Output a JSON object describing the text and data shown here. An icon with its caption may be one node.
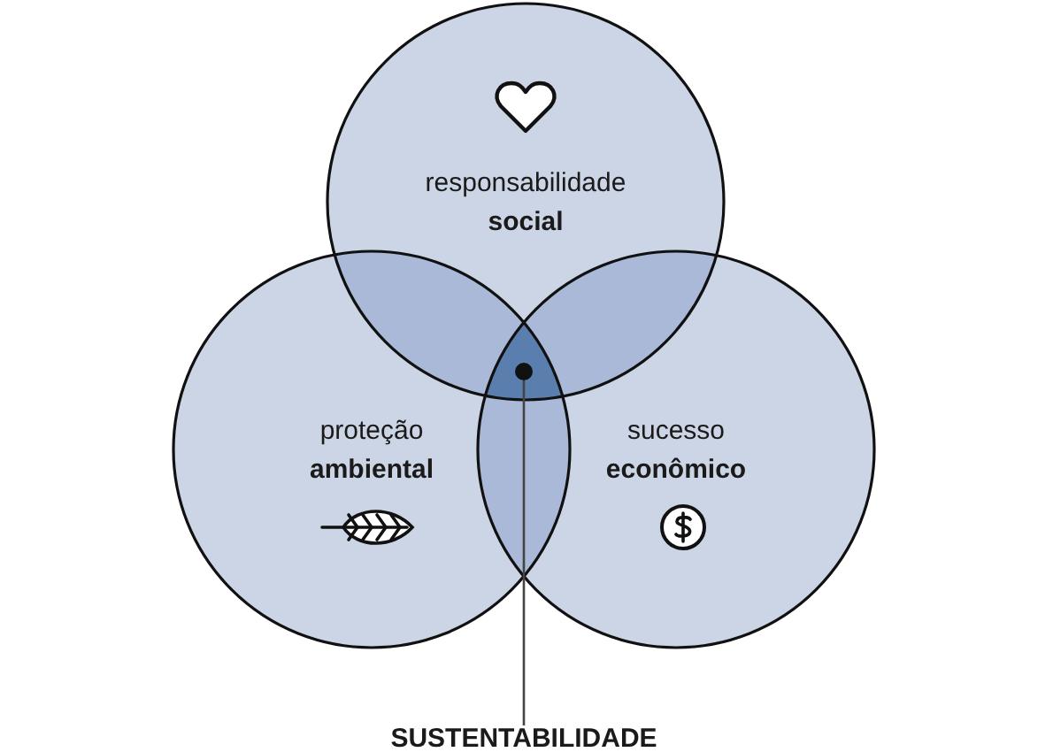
{
  "diagram": {
    "nodes": [
      {
        "text": [
          "responsabilidade **social**"
        ]
      },
      {
        "text": [
          "proteção **ambiental**"
        ]
      },
      {
        "text": [
          "sucesso **econômico**"
        ]
      },
      {
        "text": [],
        "shape": "circle"
      },
      {
        "text": [
          "SUSTENTABILIDADE"
        ]
      }
    ],
    "edges": [
      {
        "from": 4,
        "to": 3,
        "arrow": "none"
      }
    ]
  }
}
